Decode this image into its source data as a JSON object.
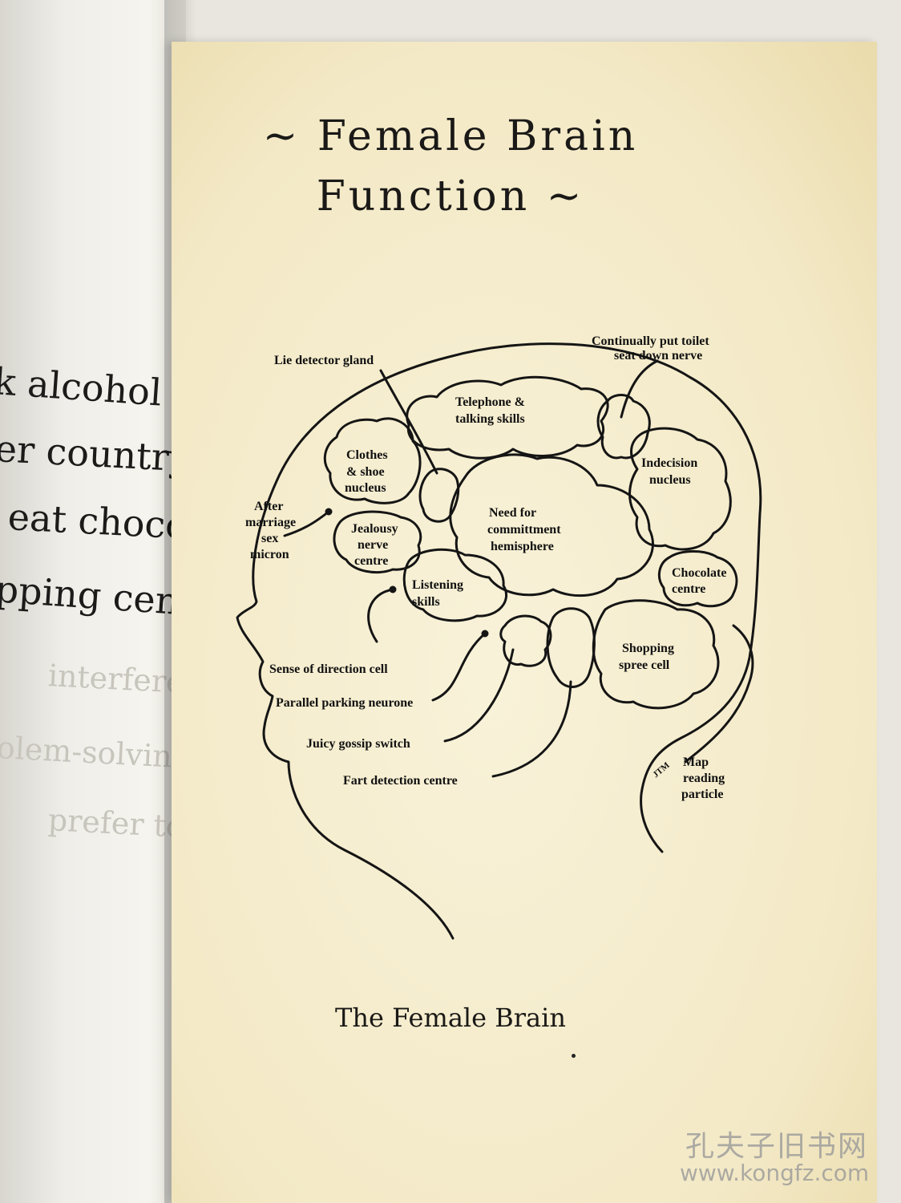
{
  "left_page": {
    "lines": [
      "k alcohol and",
      "er country.",
      "eat chocolate",
      "pping centres."
    ],
    "faint_lines": [
      "interfere",
      "olem-solvin",
      "prefer to f"
    ]
  },
  "right_page": {
    "title_line1": "~ Female Brain",
    "title_line2": "Function ~",
    "labels": {
      "lie_detector": "Lie detector gland",
      "toilet_seat_1": "Continually put toilet",
      "toilet_seat_2": "seat down nerve",
      "telephone_1": "Telephone &",
      "telephone_2": "talking skills",
      "clothes_1": "Clothes",
      "clothes_2": "& shoe",
      "clothes_3": "nucleus",
      "indecision_1": "Indecision",
      "indecision_2": "nucleus",
      "after_1": "After",
      "after_2": "marriage",
      "after_3": "sex",
      "after_4": "micron",
      "commitment_1": "Need for",
      "commitment_2": "committment",
      "commitment_3": "hemisphere",
      "jealousy_1": "Jealousy",
      "jealousy_2": "nerve",
      "jealousy_3": "centre",
      "listening_1": "Listening",
      "listening_2": "skills",
      "chocolate_1": "Chocolate",
      "chocolate_2": "centre",
      "shopping_1": "Shopping",
      "shopping_2": "spree cell",
      "direction": "Sense of direction cell",
      "parking": "Parallel parking neurone",
      "gossip": "Juicy gossip switch",
      "fart": "Fart detection centre",
      "map_1": "Map",
      "map_2": "reading",
      "map_3": "particle",
      "signature": "JTM"
    },
    "caption": "The Female Brain"
  },
  "watermark": {
    "text": "孔夫子旧书网",
    "url": "www.kongfz.com"
  }
}
